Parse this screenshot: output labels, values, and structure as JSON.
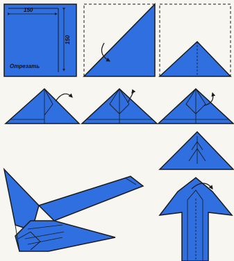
{
  "steps": [
    {
      "id": "step-1",
      "dim_top": "150",
      "dim_side": "150",
      "cut_label": "Отрезать"
    },
    {
      "id": "step-2"
    },
    {
      "id": "step-3"
    },
    {
      "id": "step-4"
    },
    {
      "id": "step-5"
    },
    {
      "id": "step-6"
    },
    {
      "id": "step-7"
    },
    {
      "id": "step-8"
    },
    {
      "id": "step-9"
    }
  ],
  "colors": {
    "paper_blue": "#2f6fe0",
    "paper_dark": "#1e4db8",
    "outline": "#1a1a1a",
    "background": "#f7f6f1"
  }
}
